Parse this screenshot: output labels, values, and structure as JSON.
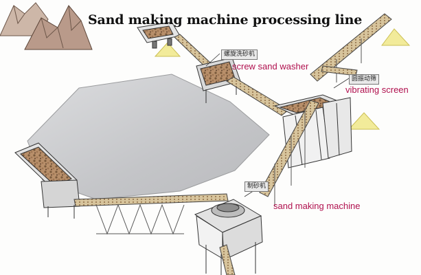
{
  "diagram": {
    "title": "Sand making machine processing line",
    "labels": {
      "washer_cn": "螺旋洗砂机",
      "washer_en": "screw sand washer",
      "screen_cn": "圆振动筛",
      "screen_en": "vibrating screen",
      "maker_cn": "制砂机",
      "maker_en": "sand making machine"
    },
    "colors": {
      "label_accent": "#b0104e",
      "floor": "#c9cacc",
      "sand_pile": "#f2eb9a",
      "steel": "#555555"
    }
  }
}
